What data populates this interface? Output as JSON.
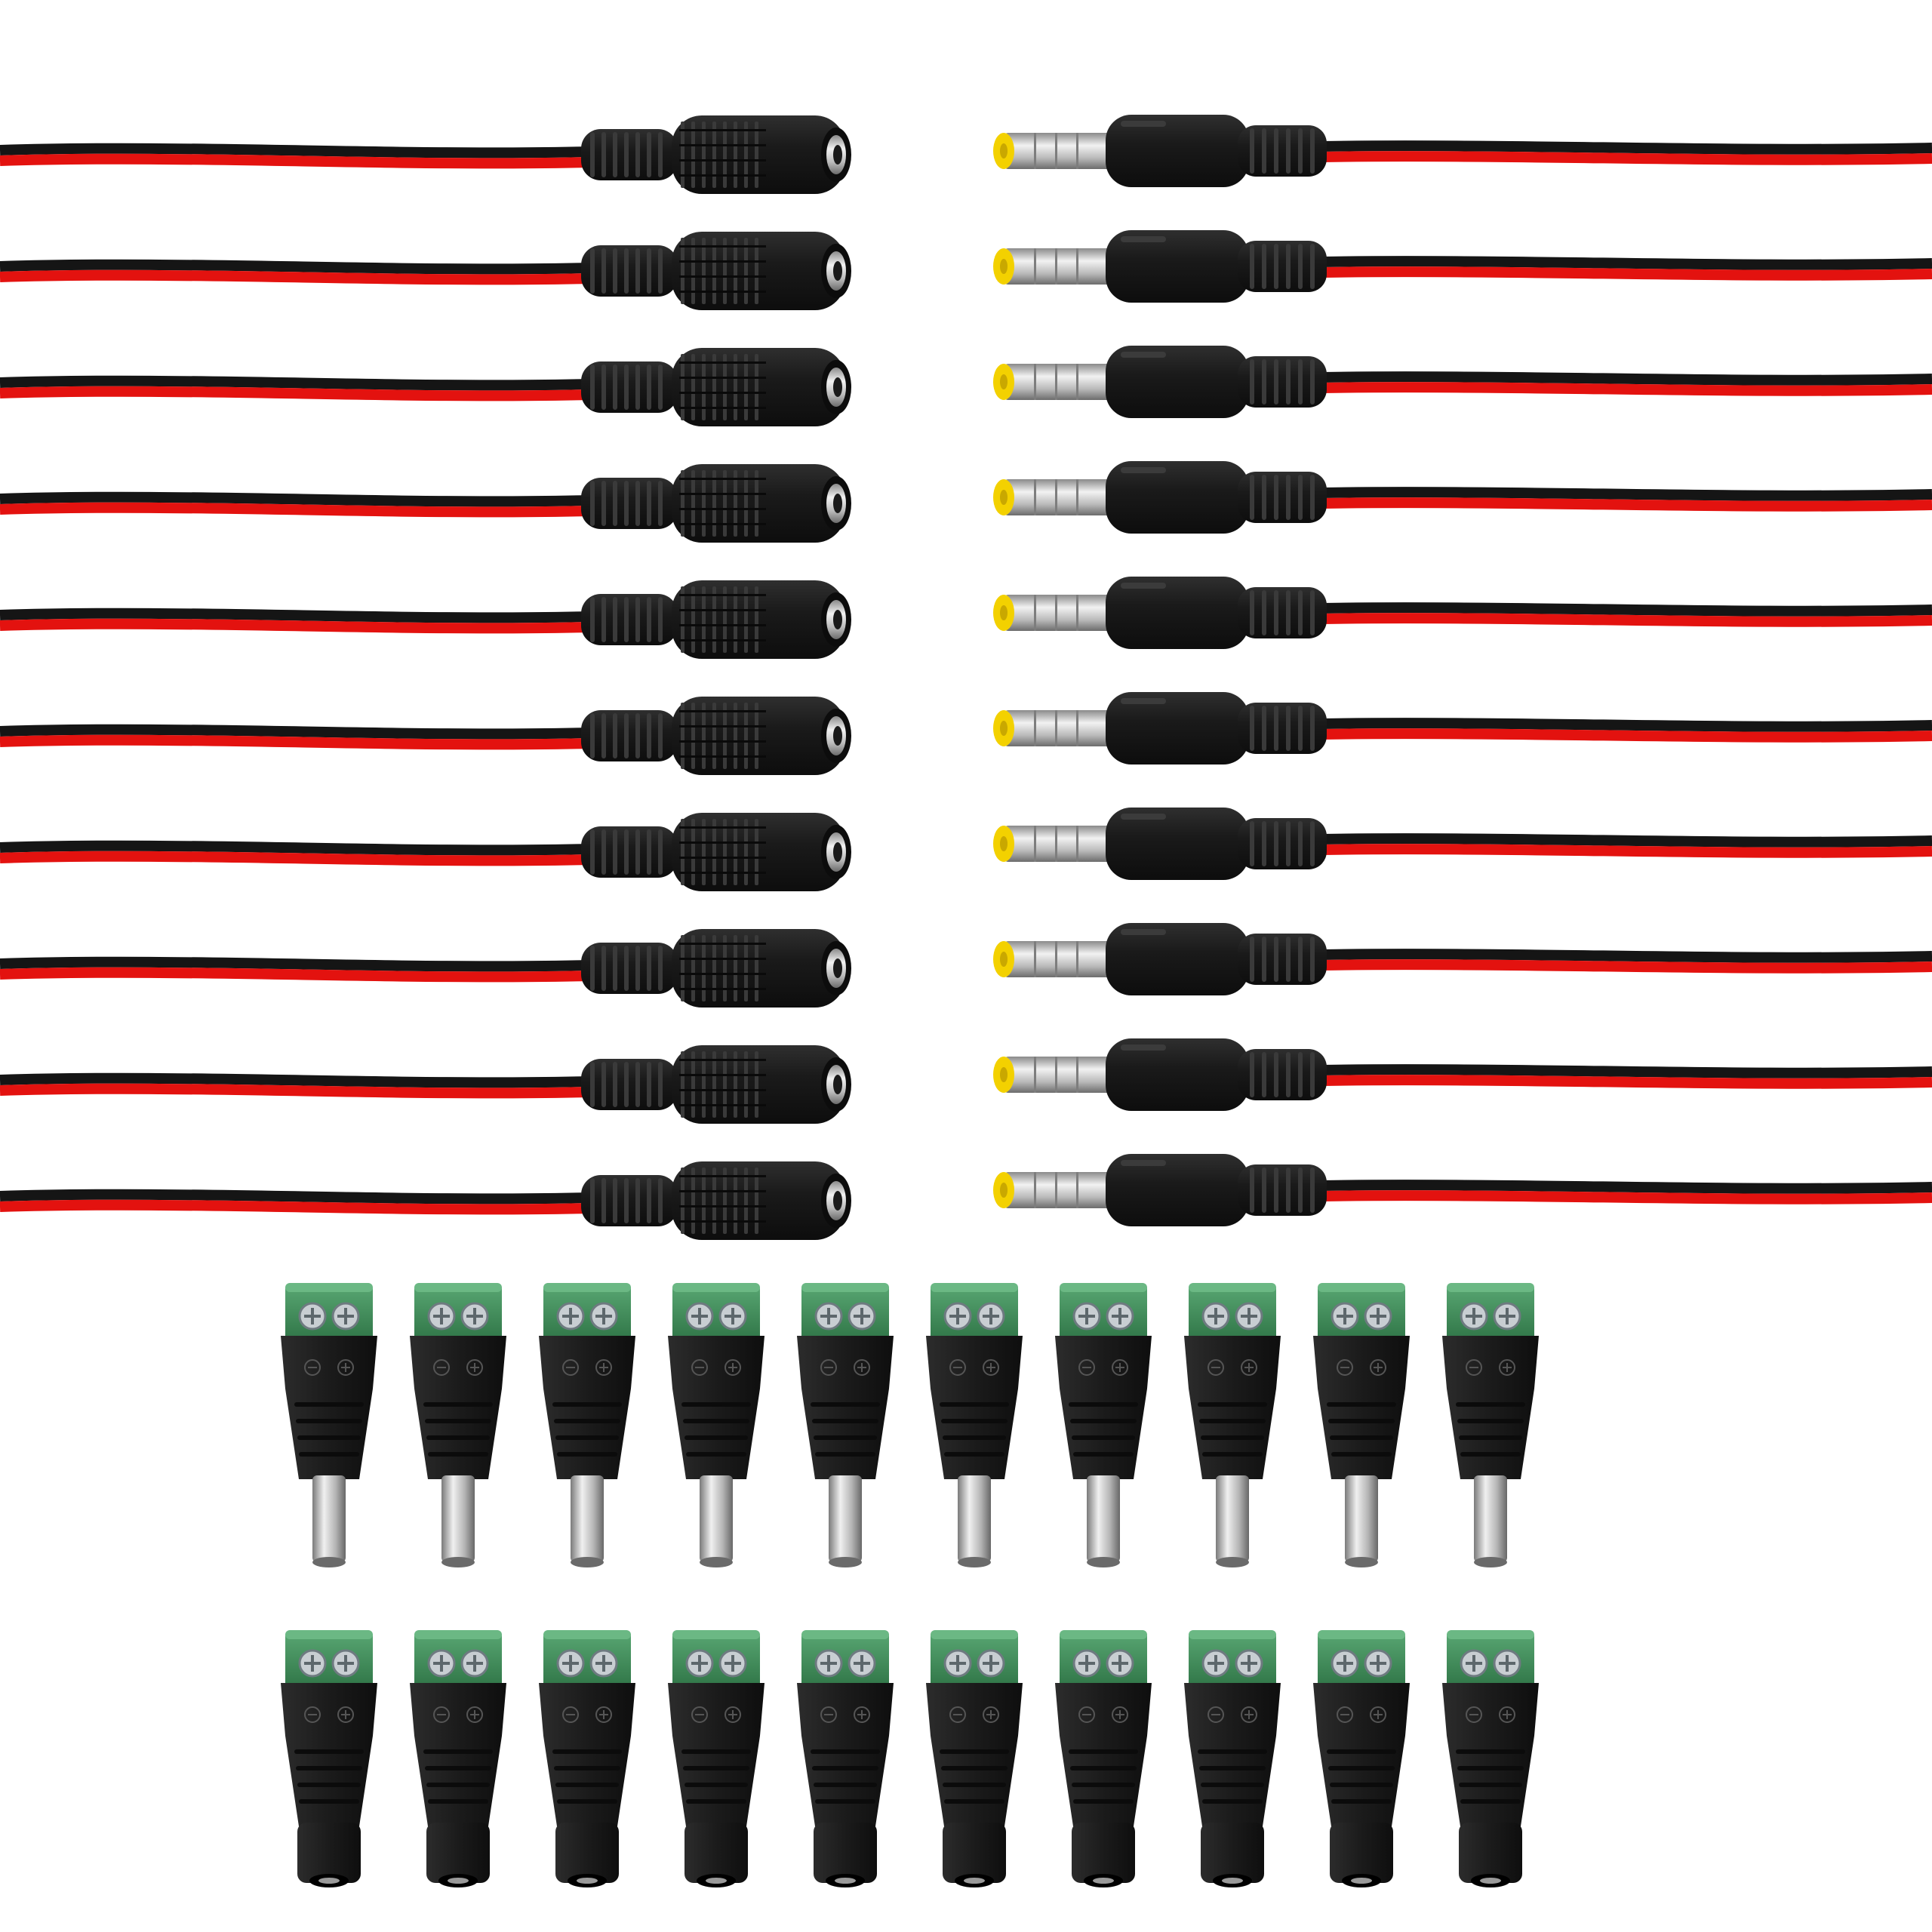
{
  "scene": {
    "background": "#ffffff",
    "colors": {
      "wire_red": "#e3120f",
      "wire_black": "#151515",
      "housing": "#1c1c1c",
      "housing_rib": "#3a3a3a",
      "tip_yellow": "#f3d100",
      "metal": "#b9b9b9",
      "terminal_green": "#3f8f58"
    },
    "groups": [
      {
        "name": "female-pigtail-cables",
        "count": 10
      },
      {
        "name": "male-pigtail-cables",
        "count": 10
      },
      {
        "name": "male-terminal-adapters",
        "count": 10
      },
      {
        "name": "female-terminal-adapters",
        "count": 10
      }
    ]
  }
}
